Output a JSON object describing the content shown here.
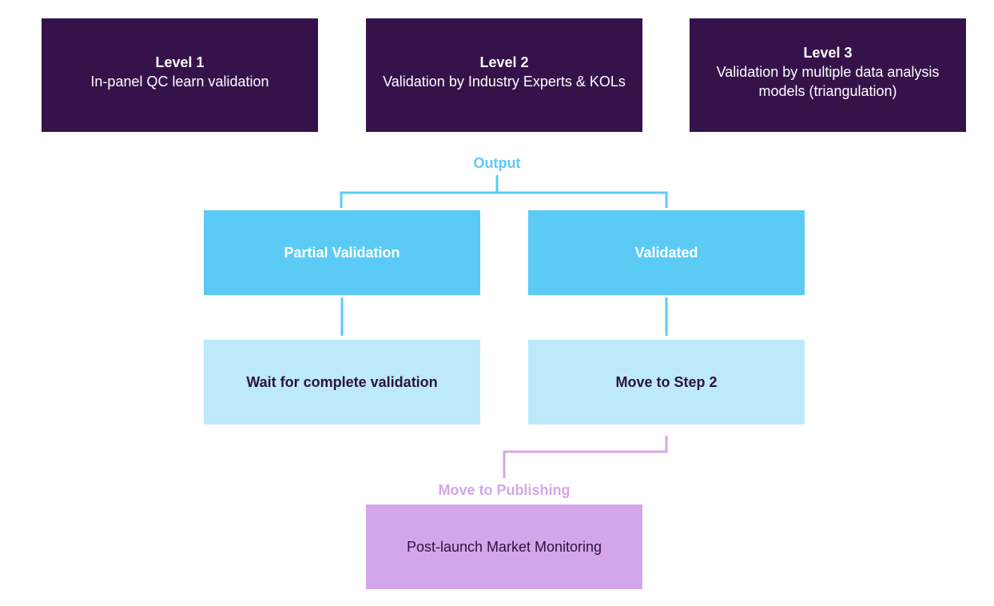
{
  "levels": [
    {
      "title": "Level 1",
      "desc": "In-panel QC learn validation"
    },
    {
      "title": "Level 2",
      "desc": "Validation by Industry Experts & KOLs"
    },
    {
      "title": "Level 3",
      "desc": "Validation by multiple data analysis models (triangulation)"
    }
  ],
  "output_label": "Output",
  "outcomes": {
    "partial": "Partial Validation",
    "validated": "Validated"
  },
  "actions": {
    "wait": "Wait for complete validation",
    "move_step2": "Move to Step 2"
  },
  "publishing_label": "Move to Publishing",
  "final_box": "Post-launch Market Monitoring",
  "colors": {
    "level_bg": "#36124a",
    "outcome_bg": "#5bcbf5",
    "action_bg": "#bde9fa",
    "final_bg": "#d3a6ea",
    "blue_line": "#5bcbf5",
    "purple_line": "#d3a6ea",
    "dark_text": "#2b1240"
  }
}
